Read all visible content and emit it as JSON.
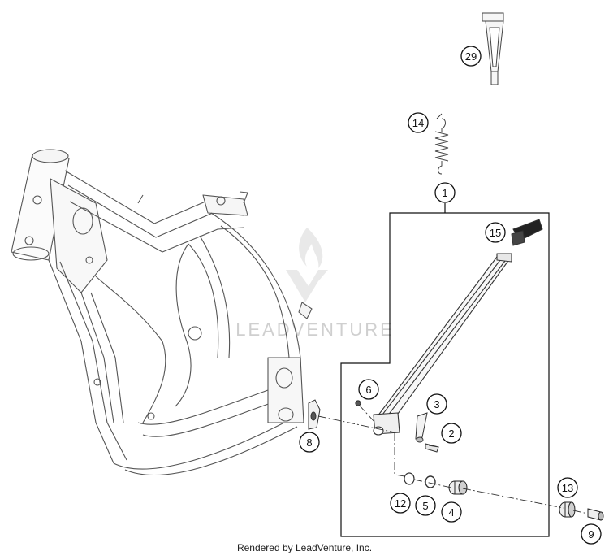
{
  "watermark": {
    "brand": "LEADVENTURE",
    "logo": "leadventure-flame-logo"
  },
  "callouts": [
    {
      "id": "c29",
      "label": "29"
    },
    {
      "id": "c14",
      "label": "14"
    },
    {
      "id": "c1",
      "label": "1"
    },
    {
      "id": "c15",
      "label": "15"
    },
    {
      "id": "c6",
      "label": "6"
    },
    {
      "id": "c3",
      "label": "3"
    },
    {
      "id": "c2",
      "label": "2"
    },
    {
      "id": "c8",
      "label": "8"
    },
    {
      "id": "c12",
      "label": "12"
    },
    {
      "id": "c5",
      "label": "5"
    },
    {
      "id": "c4",
      "label": "4"
    },
    {
      "id": "c13",
      "label": "13"
    },
    {
      "id": "c9",
      "label": "9"
    }
  ],
  "footer": {
    "text": "Rendered by LeadVenture, Inc."
  }
}
